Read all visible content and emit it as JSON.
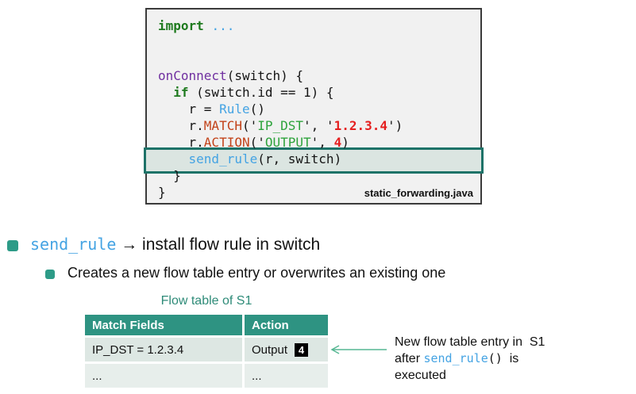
{
  "colors": {
    "accent_teal": "#2d9b87",
    "table_header_bg": "#2e9382",
    "table_row1_bg": "#dde7e3",
    "table_row2_bg": "#e7eeeb",
    "table_title_teal": "#2e8b78",
    "highlight_border": "#1d7268",
    "highlight_bg": "#dbe5e1",
    "code_blue": "#44a3e3",
    "code_keyword_green": "#1e7a1e",
    "code_purple": "#7030a0",
    "code_method_red": "#c2431a",
    "code_string_green": "#2ea33c",
    "code_number_red": "#e51f1f",
    "arrow_teal": "#57b793",
    "code_box_bg": "#f1f1f1"
  },
  "code": {
    "filename": "static_forwarding.java",
    "lines": [
      [
        [
          "kw",
          "import"
        ],
        [
          "pl",
          " "
        ],
        [
          "blu",
          "..."
        ]
      ],
      [],
      [],
      [
        [
          "pur",
          "onConnect"
        ],
        [
          "pl",
          "(switch) {"
        ]
      ],
      [
        [
          "pl",
          "  "
        ],
        [
          "kw",
          "if"
        ],
        [
          "pl",
          " (switch.id == 1) {"
        ]
      ],
      [
        [
          "pl",
          "    r = "
        ],
        [
          "blu",
          "Rule"
        ],
        [
          "pl",
          "()"
        ]
      ],
      [
        [
          "pl",
          "    r."
        ],
        [
          "red",
          "MATCH"
        ],
        [
          "pl",
          "('"
        ],
        [
          "str",
          "IP_DST"
        ],
        [
          "pl",
          "', '"
        ],
        [
          "num",
          "1.2.3.4"
        ],
        [
          "pl",
          "')"
        ]
      ],
      [
        [
          "pl",
          "    r."
        ],
        [
          "red",
          "ACTION"
        ],
        [
          "pl",
          "('"
        ],
        [
          "str",
          "OUTPUT"
        ],
        [
          "pl",
          "', "
        ],
        [
          "num",
          "4"
        ],
        [
          "pl",
          ")"
        ]
      ],
      [
        [
          "pl",
          "    "
        ],
        [
          "blu",
          "send_rule"
        ],
        [
          "pl",
          "(r, switch)"
        ]
      ],
      [
        [
          "pl",
          "  }"
        ]
      ],
      [
        [
          "pl",
          "}"
        ]
      ]
    ]
  },
  "bullets": {
    "b1_code": "send_rule",
    "b1_text": " → install flow rule in switch",
    "b2_text": "Creates a new flow table entry or overwrites an existing one"
  },
  "flow_table": {
    "title": "Flow table of S1",
    "headers": [
      "Match Fields",
      "Action"
    ],
    "rows": [
      {
        "match": "IP_DST = 1.2.3.4",
        "action": "Output",
        "port": "4"
      },
      {
        "match": "...",
        "action": "..."
      }
    ]
  },
  "annotation": {
    "line1": "New flow table entry in  S1",
    "line2_pre": "after ",
    "line2_code": "send_rule",
    "line2_paren": "()",
    "line2_post": "  is",
    "line3": "executed"
  }
}
